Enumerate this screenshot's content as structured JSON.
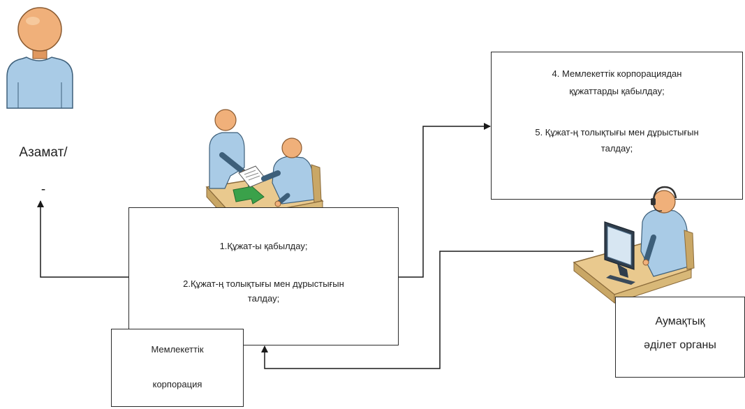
{
  "citizen": {
    "label": "Азамат/",
    "label2": "-"
  },
  "center_box": {
    "step1": "1.Құжат-ы қабылдау;",
    "step2_line1": "2.Құжат-ң толықтығы мен дұрыстығын",
    "step2_line2": "талдау;"
  },
  "corp_box": {
    "line1": "Мемлекеттік",
    "line2": "корпорация"
  },
  "top_right_box": {
    "step4_line1": "4. Мемлекеттік корпорациядан",
    "step4_line2": "құжаттарды қабылдау;",
    "step5_line1": "5. Құжат-ң толықтығы мен дұрыстығын",
    "step5_line2": "талдау;"
  },
  "justice_box": {
    "line1": "Аумақтық",
    "line2": "әділет органы"
  },
  "icons": {
    "citizen": "person-icon",
    "handover": "document-handover-desk-icon",
    "operator": "operator-with-headset-at-computer-icon"
  },
  "colors": {
    "line": "#1a1a1a",
    "skin": "#f0b07a",
    "shirt": "#a9cbe6",
    "desk": "#e9c98e",
    "arrow_green": "#3aa14a"
  }
}
